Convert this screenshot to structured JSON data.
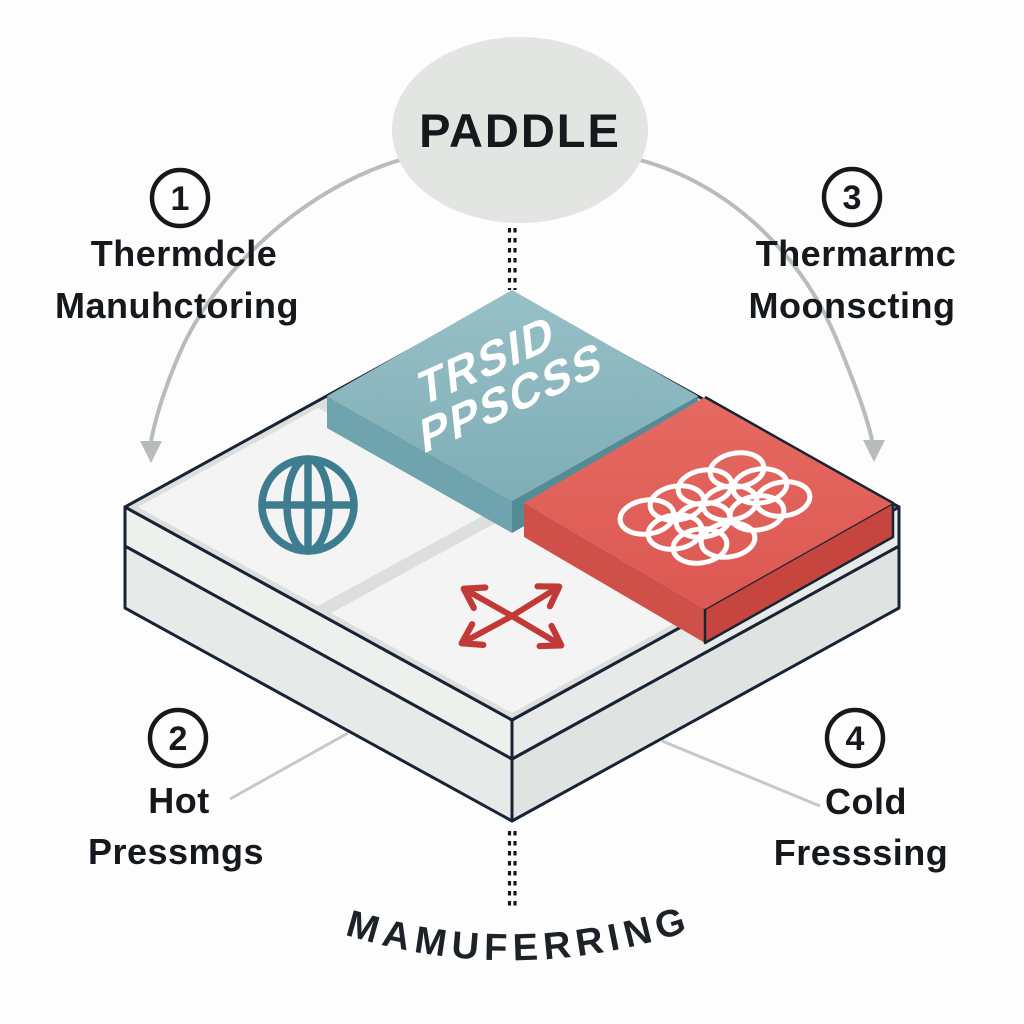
{
  "title": {
    "label": "PADDLE"
  },
  "steps": [
    {
      "number": "1",
      "line1": "Thermdcle",
      "line2": "Manuhctoring"
    },
    {
      "number": "2",
      "line1": "Hot",
      "line2": "Pressmgs"
    },
    {
      "number": "3",
      "line1": "Thermarmc",
      "line2": "Moonscting"
    },
    {
      "number": "4",
      "line1": "Cold",
      "line2": "Fresssing"
    }
  ],
  "board": {
    "top_tile": {
      "line1": "TRSID",
      "line2": "PPSCSS",
      "color": "#8cb7be"
    },
    "right_tile": {
      "icon": "molecule-circles-icon",
      "color": "#e0615a"
    },
    "left_tile": {
      "icon": "globe-icon"
    },
    "bottom_tile": {
      "icon": "expand-arrows-icon"
    }
  },
  "footer": {
    "label": "MAMUFERRING"
  },
  "colors": {
    "teal_tile_top": "#8cb7be",
    "teal_tile_left": "#6fa3ad",
    "teal_tile_right": "#538b97",
    "red_tile_top": "#e0615a",
    "red_tile_left": "#cf5049",
    "red_tile_right": "#c6453f",
    "outline_navy": "#182433",
    "icon_teal": "#3e7d90",
    "icon_red": "#c23a37",
    "connector_gray": "#b9bcbc",
    "ellipse_gray": "#e3e5e2"
  }
}
